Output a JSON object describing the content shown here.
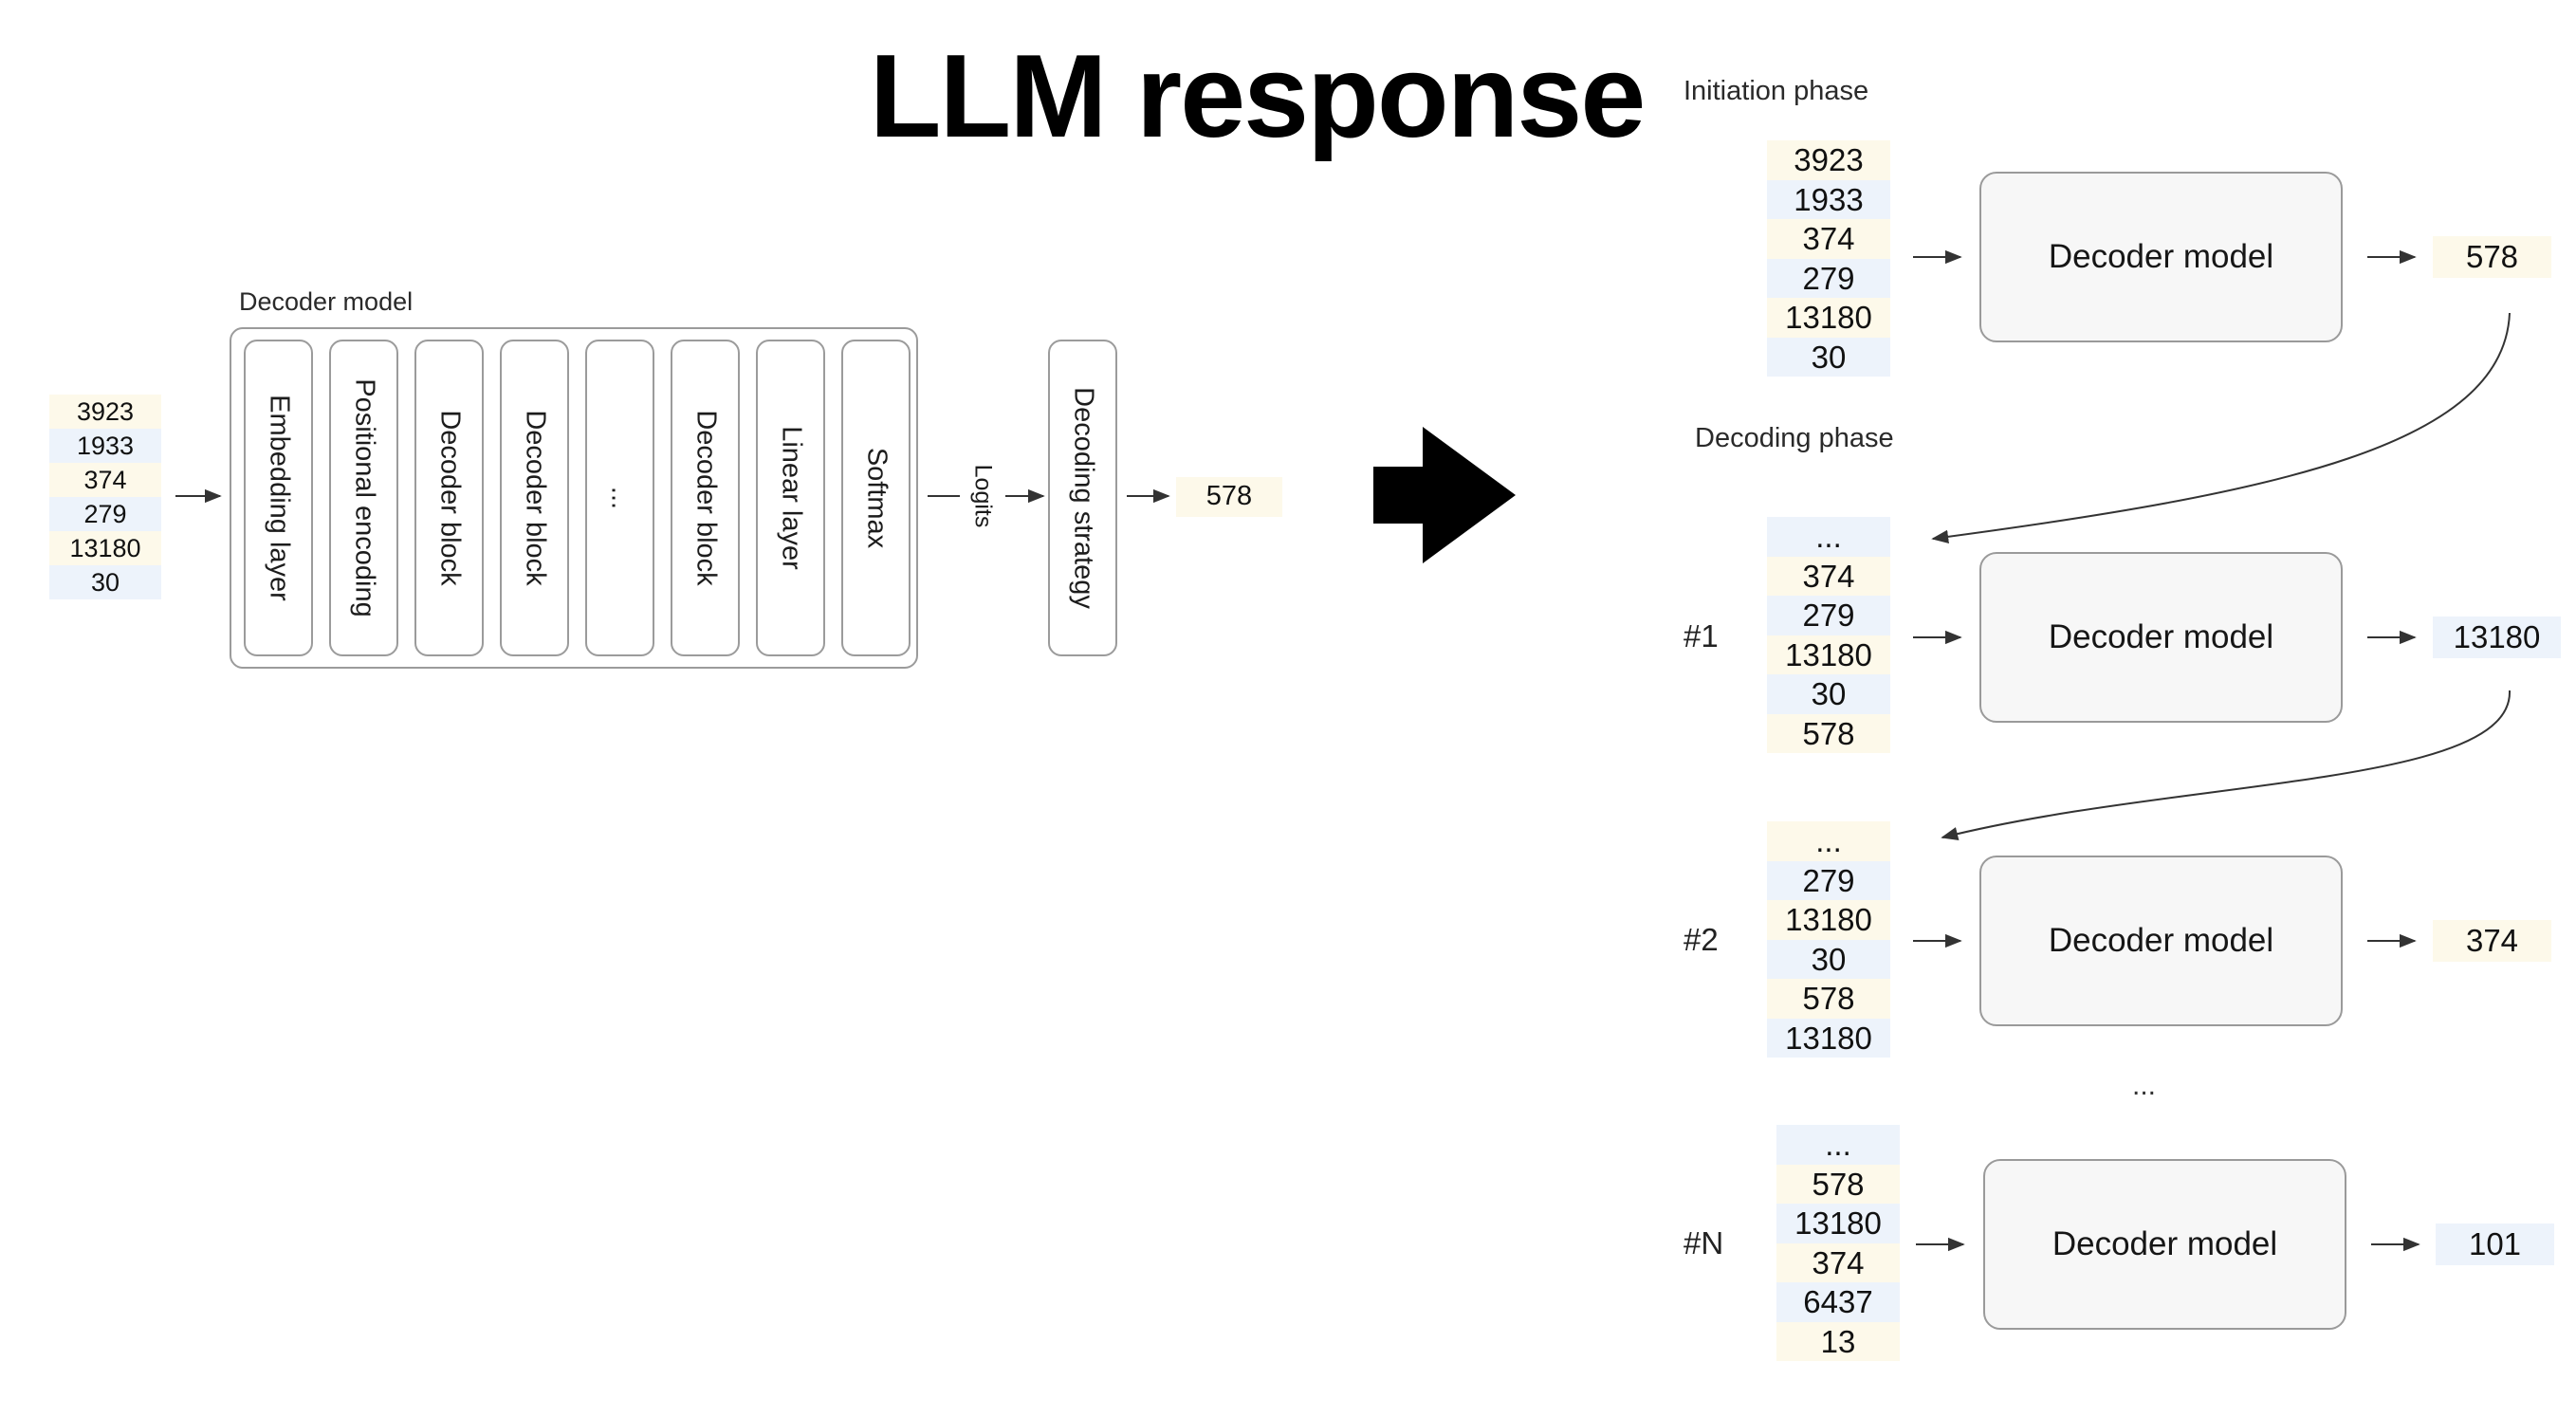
{
  "title": "LLM response",
  "left": {
    "frame_label": "Decoder model",
    "input_tokens": [
      "3923",
      "1933",
      "374",
      "279",
      "13180",
      "30"
    ],
    "layers": [
      "Embedding layer",
      "Positional encoding",
      "Decoder block",
      "Decoder block",
      "...",
      "Decoder block",
      "Linear layer",
      "Softmax"
    ],
    "logits_label": "Logits",
    "strategy_label": "Decoding strategy",
    "output_token": "578"
  },
  "right": {
    "initiation_label": "Initiation phase",
    "decoding_label": "Decoding phase",
    "model_label": "Decoder model",
    "between_steps_ellipsis": "...",
    "initiation": {
      "tokens": [
        "3923",
        "1933",
        "374",
        "279",
        "13180",
        "30"
      ],
      "output": "578"
    },
    "steps": [
      {
        "label": "#1",
        "tokens": [
          "...",
          "374",
          "279",
          "13180",
          "30",
          "578"
        ],
        "output": "13180"
      },
      {
        "label": "#2",
        "tokens": [
          "...",
          "279",
          "13180",
          "30",
          "578",
          "13180"
        ],
        "output": "374"
      },
      {
        "label": "#N",
        "tokens": [
          "...",
          "578",
          "13180",
          "374",
          "6437",
          "13"
        ],
        "output": "101"
      }
    ]
  },
  "colors": {
    "token_yellow": "#fdf9ea",
    "token_blue": "#edf3fb",
    "arrow": "#333333",
    "box_border": "#9a9a9a",
    "big_arrow": "#000000"
  }
}
